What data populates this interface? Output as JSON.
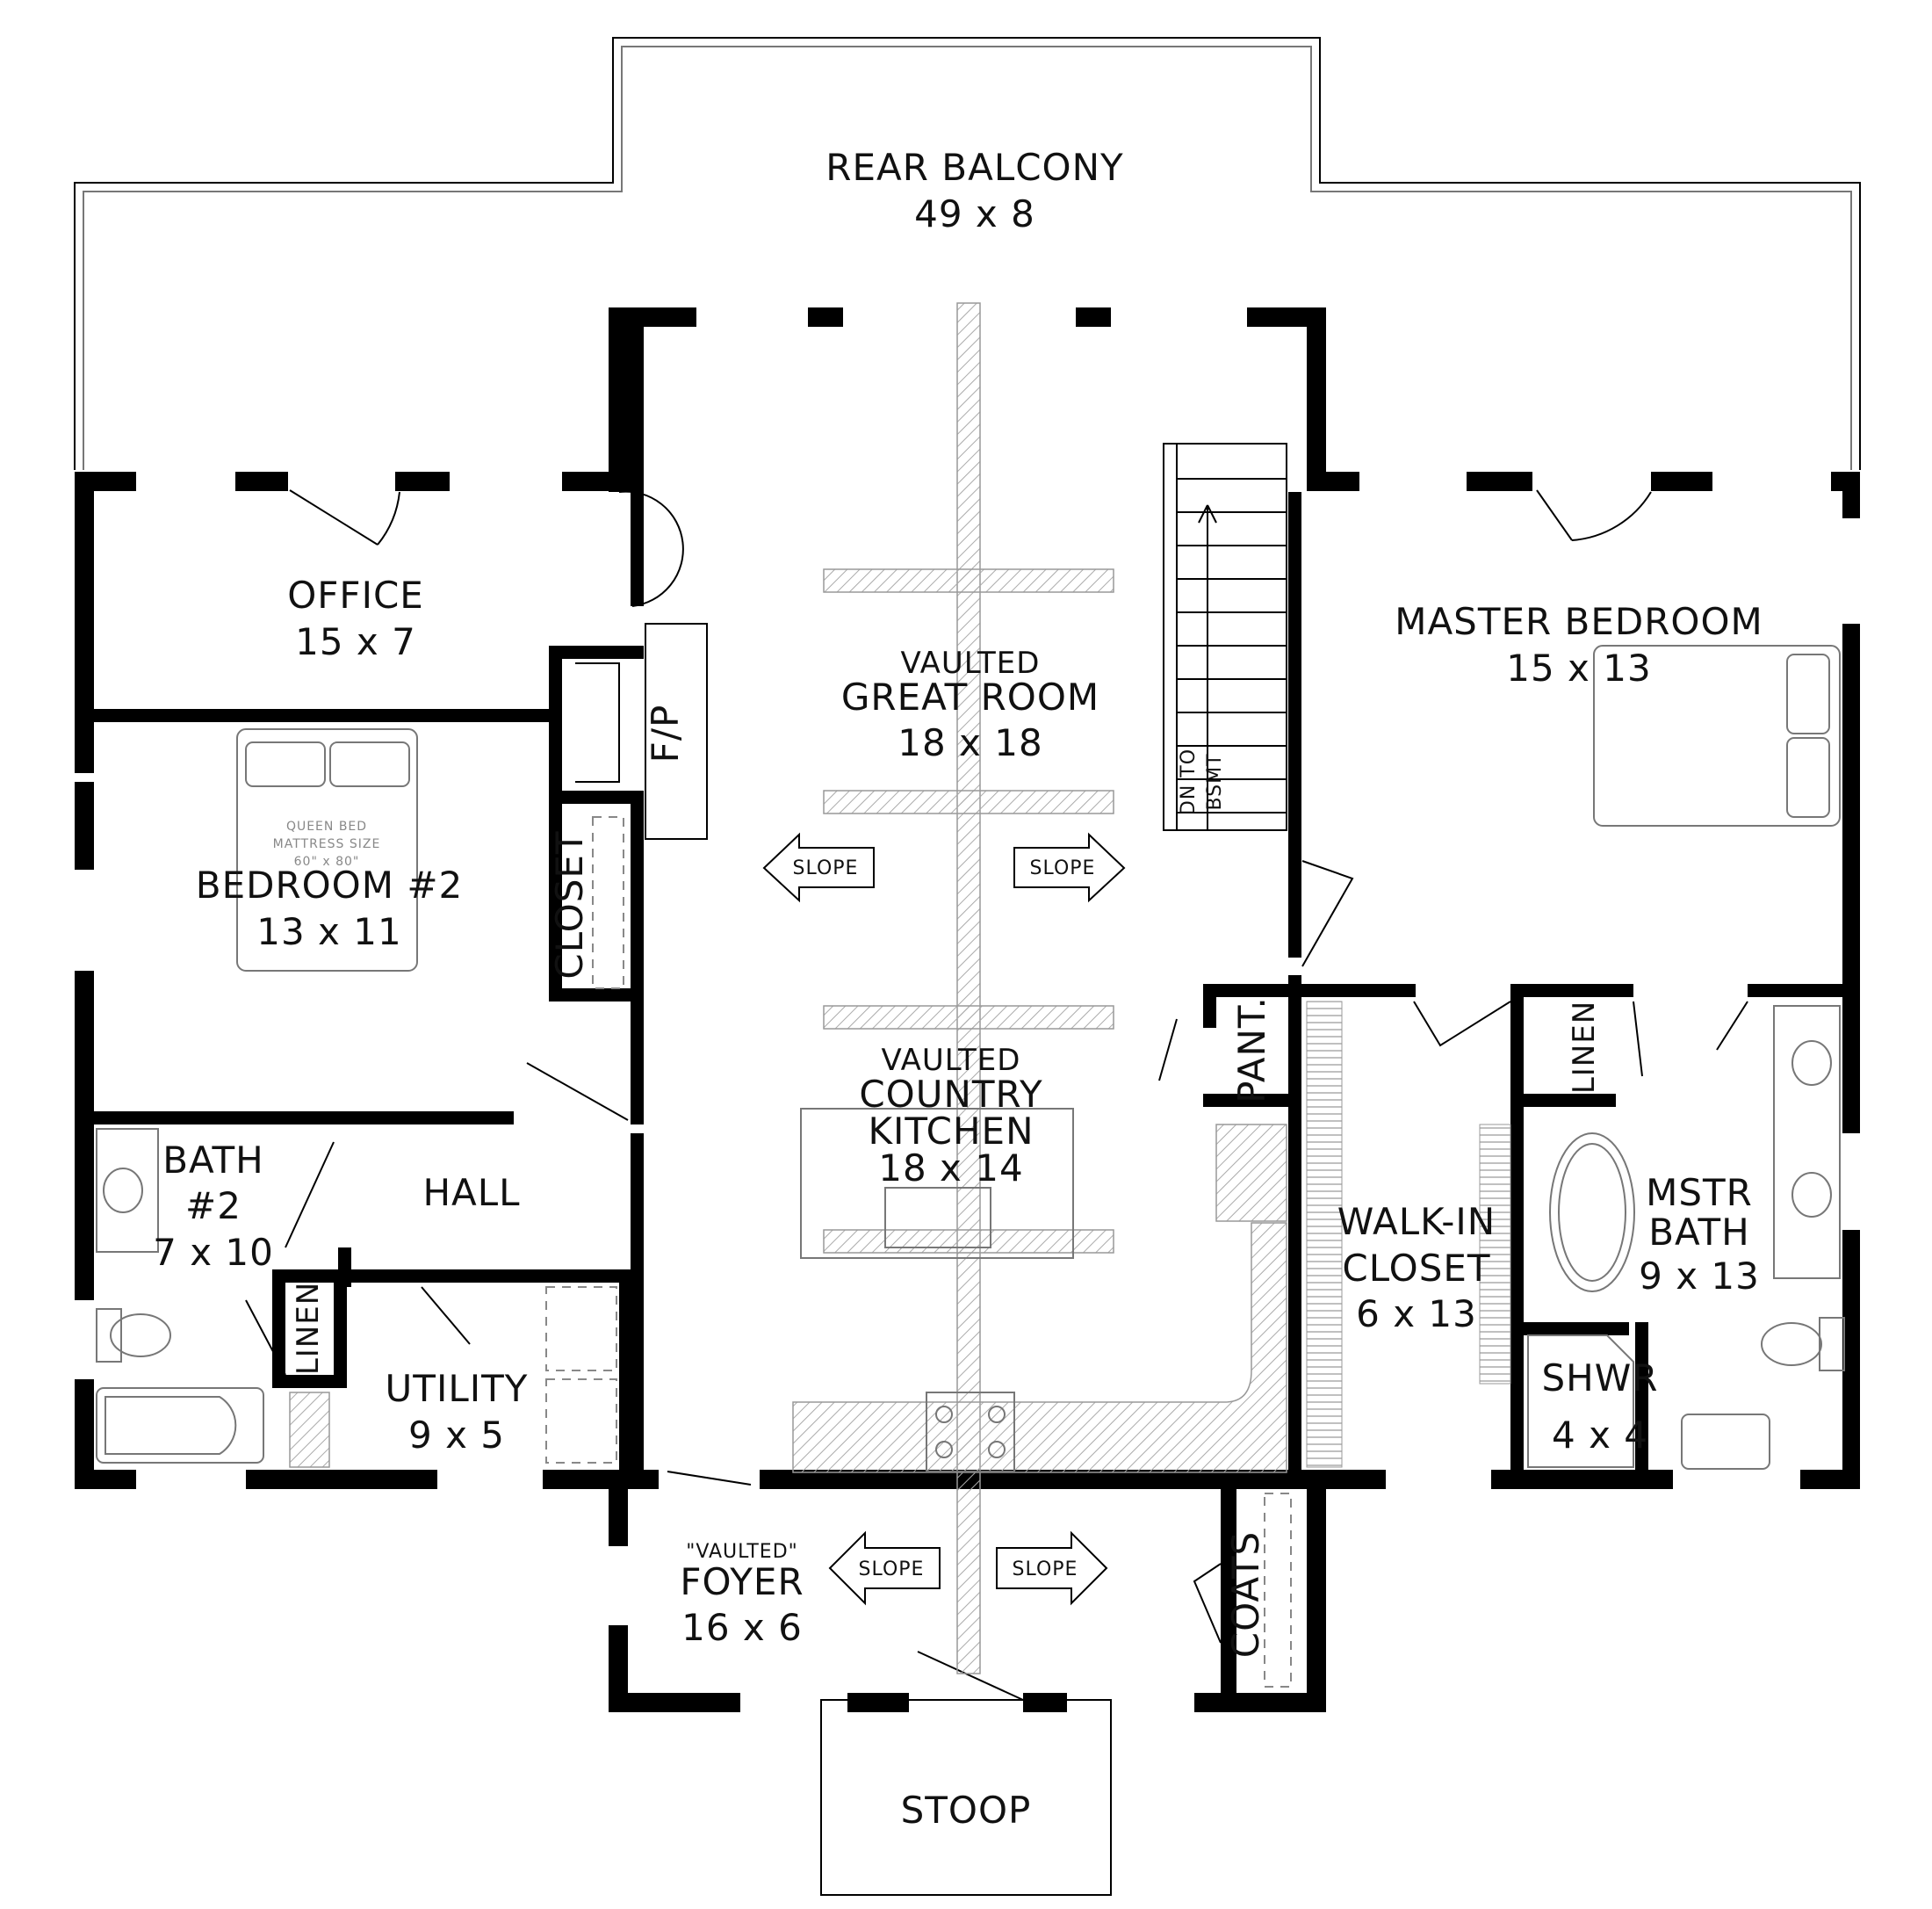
{
  "rooms": {
    "rear_balcony": {
      "name": "REAR BALCONY",
      "size": "49 x 8"
    },
    "office": {
      "name": "OFFICE",
      "size": "15 x 7"
    },
    "great_room": {
      "tag": "VAULTED",
      "name": "GREAT ROOM",
      "size": "18 x 18"
    },
    "master_bedroom": {
      "name": "MASTER BEDROOM",
      "size": "15 x 13"
    },
    "bedroom2": {
      "name": "BEDROOM #2",
      "size": "13 x 11"
    },
    "fireplace": {
      "name": "F/P"
    },
    "closet": {
      "name": "CLOSET"
    },
    "stairs": {
      "line1": "DN TO",
      "line2": "BSMT"
    },
    "kitchen": {
      "tag": "VAULTED",
      "name1": "COUNTRY",
      "name2": "KITCHEN",
      "size": "18 x 14"
    },
    "pantry": {
      "name": "PANT."
    },
    "bath2": {
      "name1": "BATH",
      "name2": "#2",
      "size": "7 x 10"
    },
    "hall": {
      "name": "HALL"
    },
    "linen_left": {
      "name": "LINEN"
    },
    "utility": {
      "name": "UTILITY",
      "size": "9 x 5"
    },
    "walkin_closet": {
      "name1": "WALK-IN",
      "name2": "CLOSET",
      "size": "6 x 13"
    },
    "linen_right": {
      "name": "LINEN"
    },
    "master_bath": {
      "name1": "MSTR",
      "name2": "BATH",
      "size": "9 x 13"
    },
    "shower": {
      "name": "SHWR",
      "size": "4 x 4"
    },
    "foyer": {
      "tag": "\"VAULTED\"",
      "name": "FOYER",
      "size": "16 x 6"
    },
    "coats": {
      "name": "COATS"
    },
    "stoop": {
      "name": "STOOP"
    }
  },
  "slopes": {
    "label": "SLOPE"
  },
  "furniture": {
    "bed_line1": "QUEEN BED",
    "bed_line2": "MATTRESS SIZE",
    "bed_line3": "60\" x 80\""
  },
  "colors": {
    "wall": "#000000",
    "background": "#ffffff",
    "hatch": "#999999"
  }
}
